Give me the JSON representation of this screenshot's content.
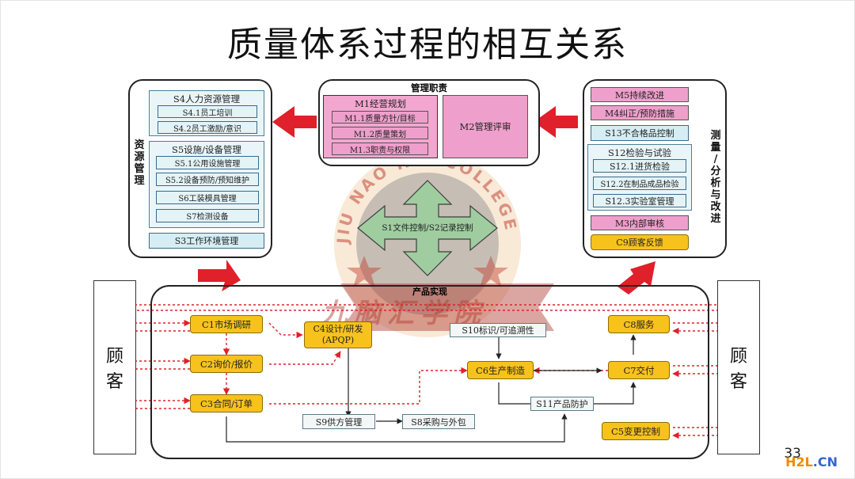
{
  "slide": {
    "title": "质量体系过程的相互关系",
    "page_number": "33",
    "logo": {
      "part1": "H2L",
      "part2": ".CN"
    }
  },
  "watermark": {
    "ring_text": "JIU NAO HUI COLLEGE",
    "brush_text": "九脑汇学院"
  },
  "management": {
    "title": "管理职责",
    "m1": {
      "title": "M1经营规划",
      "items": [
        "M1.1质量方针/目标",
        "M1.2质量策划",
        "M1.3职责与权限"
      ]
    },
    "m2": "M2管理评审"
  },
  "resource": {
    "side_label": [
      "资",
      "源",
      "管",
      "理"
    ],
    "s4": {
      "title": "S4人力资源管理",
      "items": [
        "S4.1员工培训",
        "S4.2员工激励/意识"
      ]
    },
    "s5": {
      "title": "S5设施/设备管理",
      "items": [
        "S5.1公用设施管理",
        "S5.2设备预防/预知维护",
        "S6工装模具管理",
        "S7检测设备"
      ]
    },
    "s3": "S3工作环境管理"
  },
  "measurement": {
    "side_label": [
      "测",
      "量",
      "/",
      "分",
      "析",
      "与",
      "改",
      "进"
    ],
    "m5": "M5持续改进",
    "m4": "M4纠正/预防措施",
    "s13": "S13不合格品控制",
    "s12": {
      "title": "S12检验与试验",
      "items": [
        "S12.1进货检验",
        "S12.2在制品成品检验",
        "S12.3实验室管理"
      ]
    },
    "m3": "M3内部审核",
    "c9": "C9顾客反馈"
  },
  "center": {
    "label": "S1文件控制/S2记录控制"
  },
  "product": {
    "title": "产品实现",
    "c1": "C1市场调研",
    "c2": "C2询价/报价",
    "c3": "C3合同/订单",
    "c4_line1": "C4设计/研发",
    "c4_line2": "(APQP)",
    "s10": "S10标识/可追溯性",
    "c6": "C6生产制造",
    "s11": "S11产品防护",
    "s9": "S9供方管理",
    "s8": "S8采购与外包",
    "c8": "C8服务",
    "c7": "C7交付",
    "c5": "C5变更控制"
  },
  "customer_left": [
    "顾",
    "客"
  ],
  "customer_right": [
    "顾",
    "客"
  ],
  "colors": {
    "teal_box": "#d6eef3",
    "pink_box": "#ef9fcb",
    "yellow_box": "#f7c21c",
    "arrow_red": "#e0202a",
    "dotted_red": "#e0202a"
  }
}
